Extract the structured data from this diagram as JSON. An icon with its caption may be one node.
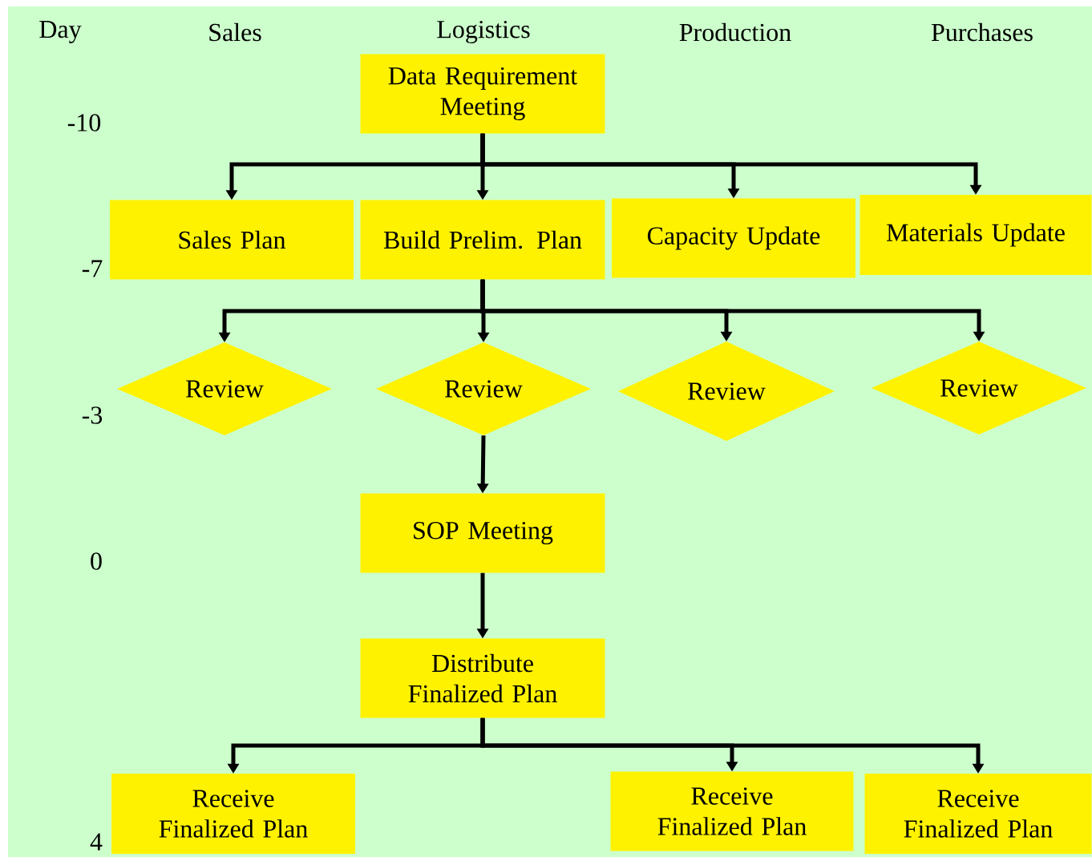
{
  "diagram": {
    "nodes": [
      {
        "text": [
          "Data Requirement Meeting"
        ]
      },
      {
        "text": [
          "Sales Plan"
        ]
      },
      {
        "text": [
          "Build Prelim. Plan"
        ]
      },
      {
        "text": [
          "Capacity Update"
        ]
      },
      {
        "text": [
          "Materials Update"
        ]
      },
      {
        "text": [
          "Review"
        ]
      },
      {
        "text": [
          "Review"
        ]
      },
      {
        "text": [
          "Review"
        ]
      },
      {
        "text": [
          "Review"
        ]
      },
      {
        "text": [
          "SOP Meeting"
        ]
      },
      {
        "text": [
          "Distribute Finalized Plan"
        ]
      },
      {
        "text": [
          "Receive Finalized Plan"
        ]
      },
      {
        "text": [
          "Receive Finalized Plan"
        ]
      },
      {
        "text": [
          "Receive Finalized Plan"
        ]
      }
    ],
    "edges": [
      {
        "from": 0,
        "to": 1,
        "arrow": "to"
      },
      {
        "from": 0,
        "to": 2,
        "arrow": "to"
      },
      {
        "from": 0,
        "to": 3,
        "arrow": "to"
      },
      {
        "from": 0,
        "to": 4,
        "arrow": "to"
      },
      {
        "from": 2,
        "to": 5,
        "arrow": "to"
      },
      {
        "from": 2,
        "to": 6,
        "arrow": "to"
      },
      {
        "from": 2,
        "to": 7,
        "arrow": "to"
      },
      {
        "from": 2,
        "to": 8,
        "arrow": "to"
      },
      {
        "from": 6,
        "to": 9,
        "arrow": "to"
      },
      {
        "from": 9,
        "to": 10,
        "arrow": "to"
      },
      {
        "from": 10,
        "to": 11,
        "arrow": "to"
      },
      {
        "from": 10,
        "to": 12,
        "arrow": "to"
      },
      {
        "from": 10,
        "to": 13,
        "arrow": "to"
      }
    ],
    "labels": [
      "Day",
      "Sales",
      "Logistics",
      "Production",
      "Purchases",
      "-10",
      "-7",
      "-3",
      "0",
      "4"
    ]
  }
}
